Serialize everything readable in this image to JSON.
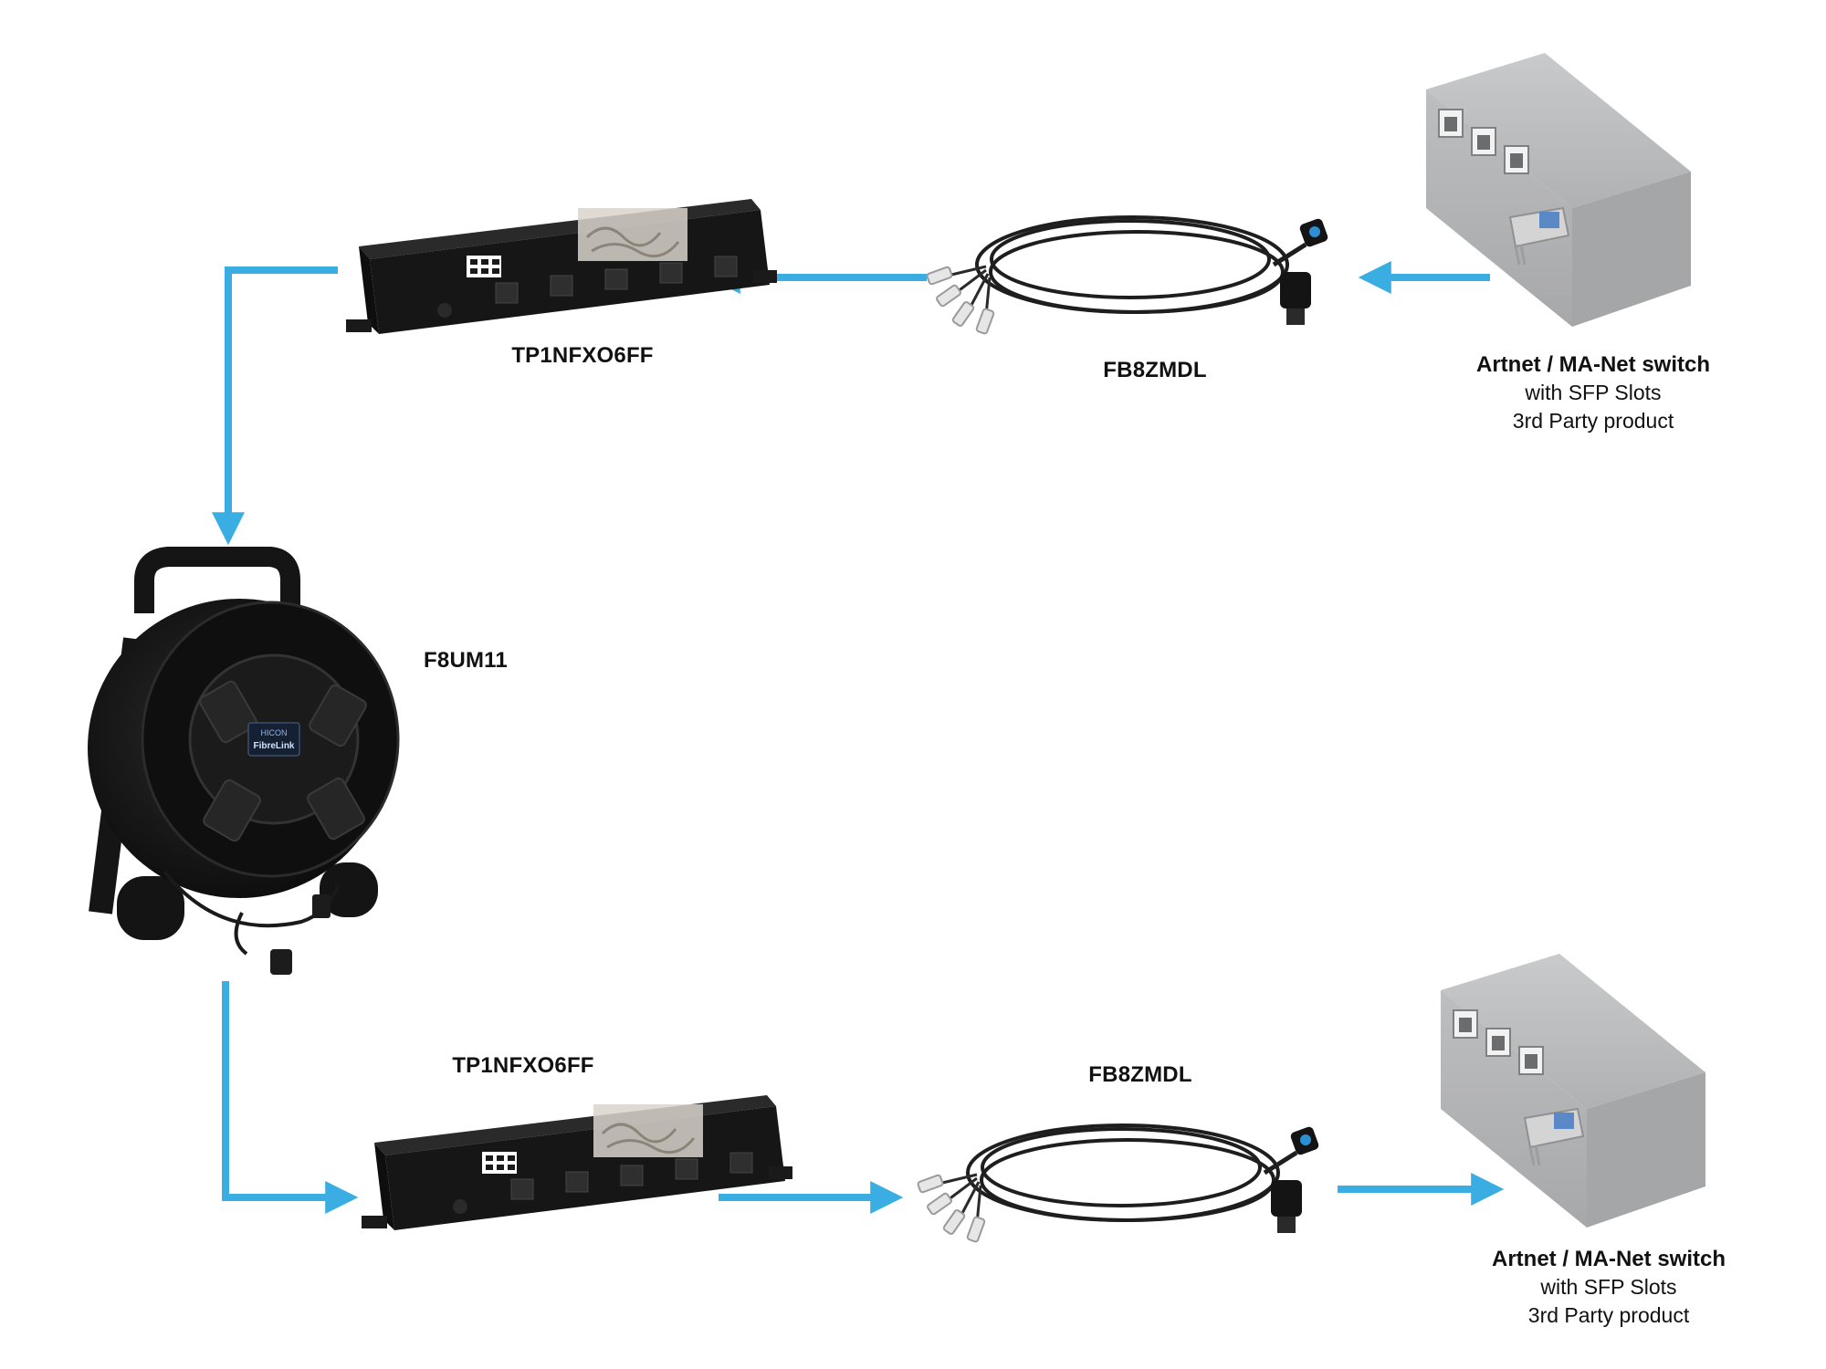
{
  "colors": {
    "arrow": "#3aaee3",
    "rack": "#1c1c1c",
    "switch": "#b5b6b8",
    "cable": "#222222"
  },
  "labels": {
    "panel_top": "TP1NFXO6FF",
    "cable_top": "FB8ZMDL",
    "reel": "F8UM11",
    "panel_bottom": "TP1NFXO6FF",
    "cable_bottom": "FB8ZMDL"
  },
  "switch_top": {
    "title": "Artnet / MA-Net switch",
    "line2": "with SFP Slots",
    "line3": "3rd Party product"
  },
  "switch_bottom": {
    "title": "Artnet / MA-Net switch",
    "line2": "with SFP Slots",
    "line3": "3rd Party product"
  },
  "reel_logo": {
    "brand": "HICON",
    "text": "FibreLink"
  },
  "icons": [
    "rack-panel-icon",
    "fiber-cable-icon",
    "network-switch-icon",
    "cable-reel-icon",
    "arrow-icon"
  ]
}
